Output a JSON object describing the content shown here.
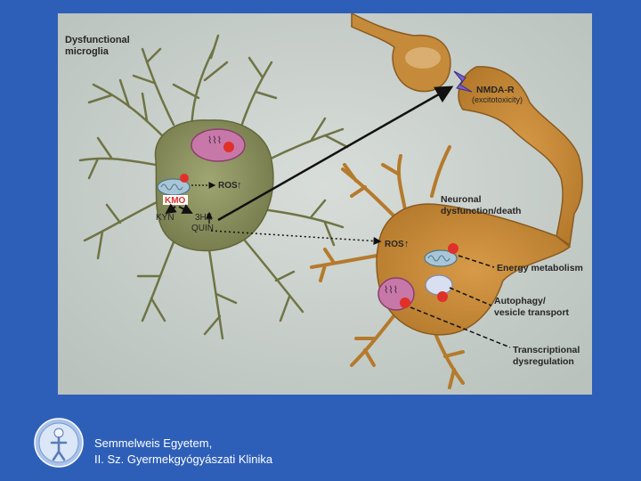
{
  "diagram": {
    "labels": {
      "microglia": [
        "Dysfunctional",
        "microglia"
      ],
      "nmda": "NMDA-R",
      "excito": "(excitotoxicity)",
      "ros_microglia": "ROS",
      "kmo": "KMO",
      "kyn": "KYN",
      "hk": "3HK",
      "quin": "QUIN",
      "neuronal": [
        "Neuronal",
        "dysfunction/death"
      ],
      "ros_neuron": "ROS",
      "energy": "Energy metabolism",
      "autophagy": [
        "Autophagy/",
        "vesicle transport"
      ],
      "transcription": [
        "Transcriptional",
        "dysregulation"
      ]
    },
    "colors": {
      "background": "#c9d1cc",
      "microglia": "#8a9060",
      "neuron": "#c58a3a",
      "kmo": "#e0302a",
      "slide_bg": "#2e5fb8"
    }
  },
  "footer": {
    "line1": "Semmelweis Egyetem,",
    "line2": "II. Sz. Gyermekgyógyászati Klinika",
    "logo_icon": "semmelweis-seal-icon"
  }
}
